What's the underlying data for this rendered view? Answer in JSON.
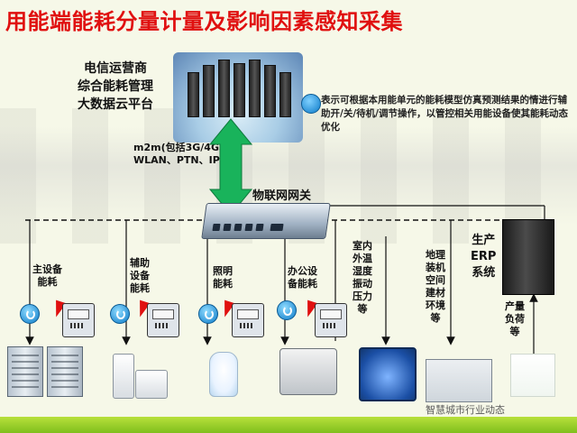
{
  "title": "用能端能耗分量计量及影响因素感知采集",
  "platform": {
    "lines": [
      "电信运营商",
      "综合能耗管理",
      "大数据云平台"
    ]
  },
  "note": {
    "text": "表示可根据本用能单元的能耗模型仿真预测结果的情进行辅助开/关/待机/调节操作，以管控相关用能设备使其能耗动态优化"
  },
  "m2m": {
    "line1": "m2m(包括3G/4G、",
    "line2": "WLAN、PTN、IP)"
  },
  "gateway": {
    "label": "物联网网关"
  },
  "branches": [
    {
      "label_lines": [
        "主设备",
        "能耗"
      ],
      "device": "rack"
    },
    {
      "label_lines": [
        "辅助",
        "设备",
        "能耗"
      ],
      "device": "ac"
    },
    {
      "label_lines": [
        "照明",
        "能耗"
      ],
      "device": "bulb"
    },
    {
      "label_lines": [
        "办公设",
        "备能耗"
      ],
      "device": "printer"
    },
    {
      "label_lines": [
        "室内",
        "外温",
        "湿度",
        "振动",
        "压力",
        "等"
      ],
      "device": "gauge"
    },
    {
      "label_lines": [
        "地理",
        "装机",
        "空间",
        "建材",
        "环境",
        "等"
      ],
      "device": "barn"
    }
  ],
  "erp": {
    "label_lines": [
      "生产",
      "ERP",
      "系统"
    ],
    "load_lines": [
      "产量",
      "负荷",
      "等"
    ]
  },
  "watermark": "智慧城市行业动态",
  "colors": {
    "title": "#e01010",
    "arrow_green": "#19b35b",
    "bolt_red": "#e01010",
    "footer_green": "#8ccc24"
  },
  "icons": {
    "power": "power-icon",
    "meter": "meter-icon",
    "bolt": "lightning-bolt-icon",
    "server": "server-icon"
  }
}
